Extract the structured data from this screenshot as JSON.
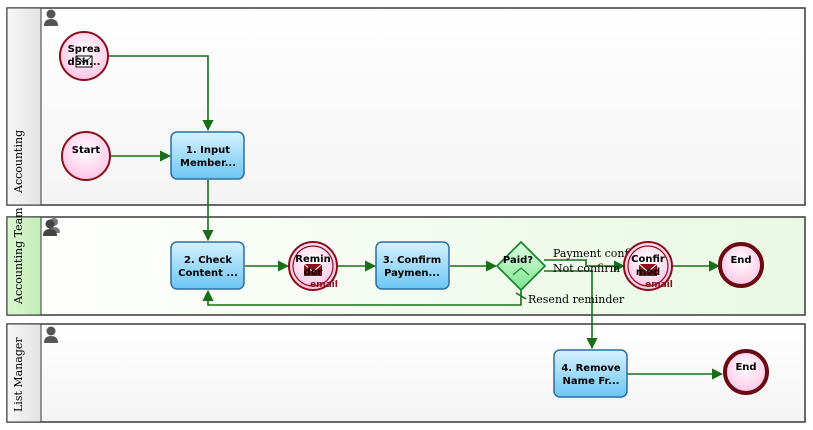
{
  "lanes": [
    {
      "id": "accounting",
      "name": "Accounting"
    },
    {
      "id": "accounting_team",
      "name": "Accounting Team"
    },
    {
      "id": "list_manager",
      "name": "List Manager"
    }
  ],
  "nodes": {
    "spreadsheet": {
      "lines": [
        "Sprea",
        "dSh..."
      ]
    },
    "start": {
      "lines": [
        "Start"
      ]
    },
    "task1": {
      "lines": [
        "1. Input",
        "Member..."
      ]
    },
    "task2": {
      "lines": [
        "2. Check",
        "Content ..."
      ]
    },
    "reminder": {
      "lines": [
        "Remin",
        "der"
      ],
      "sub": "email"
    },
    "task3": {
      "lines": [
        "3. Confirm",
        "Paymen..."
      ]
    },
    "gateway": {
      "lines": [
        "Paid?"
      ]
    },
    "confirmed": {
      "lines": [
        "Confir",
        "med"
      ],
      "sub": "email"
    },
    "end1": {
      "lines": [
        "End"
      ]
    },
    "task4": {
      "lines": [
        "4. Remove",
        "Name Fr..."
      ]
    },
    "end2": {
      "lines": [
        "End"
      ]
    }
  },
  "flows": {
    "payment_confirmed": "Payment confir",
    "not_confirmed": "Not confirm",
    "resend_reminder": "Resend reminder"
  },
  "colors": {
    "flow": "#1a6e1a",
    "lane_border": "#3a3a3a",
    "task_fill": "#8fd3f7",
    "task_stroke": "#2a6ea0",
    "event_fill": "#ffd6ef",
    "event_stroke": "#8a0f1a",
    "end_stroke": "#6b0a12",
    "gateway_fill": "#9ef0a8",
    "gateway_stroke": "#1b8a2e",
    "highlight_lane": "#ecf9e6"
  }
}
